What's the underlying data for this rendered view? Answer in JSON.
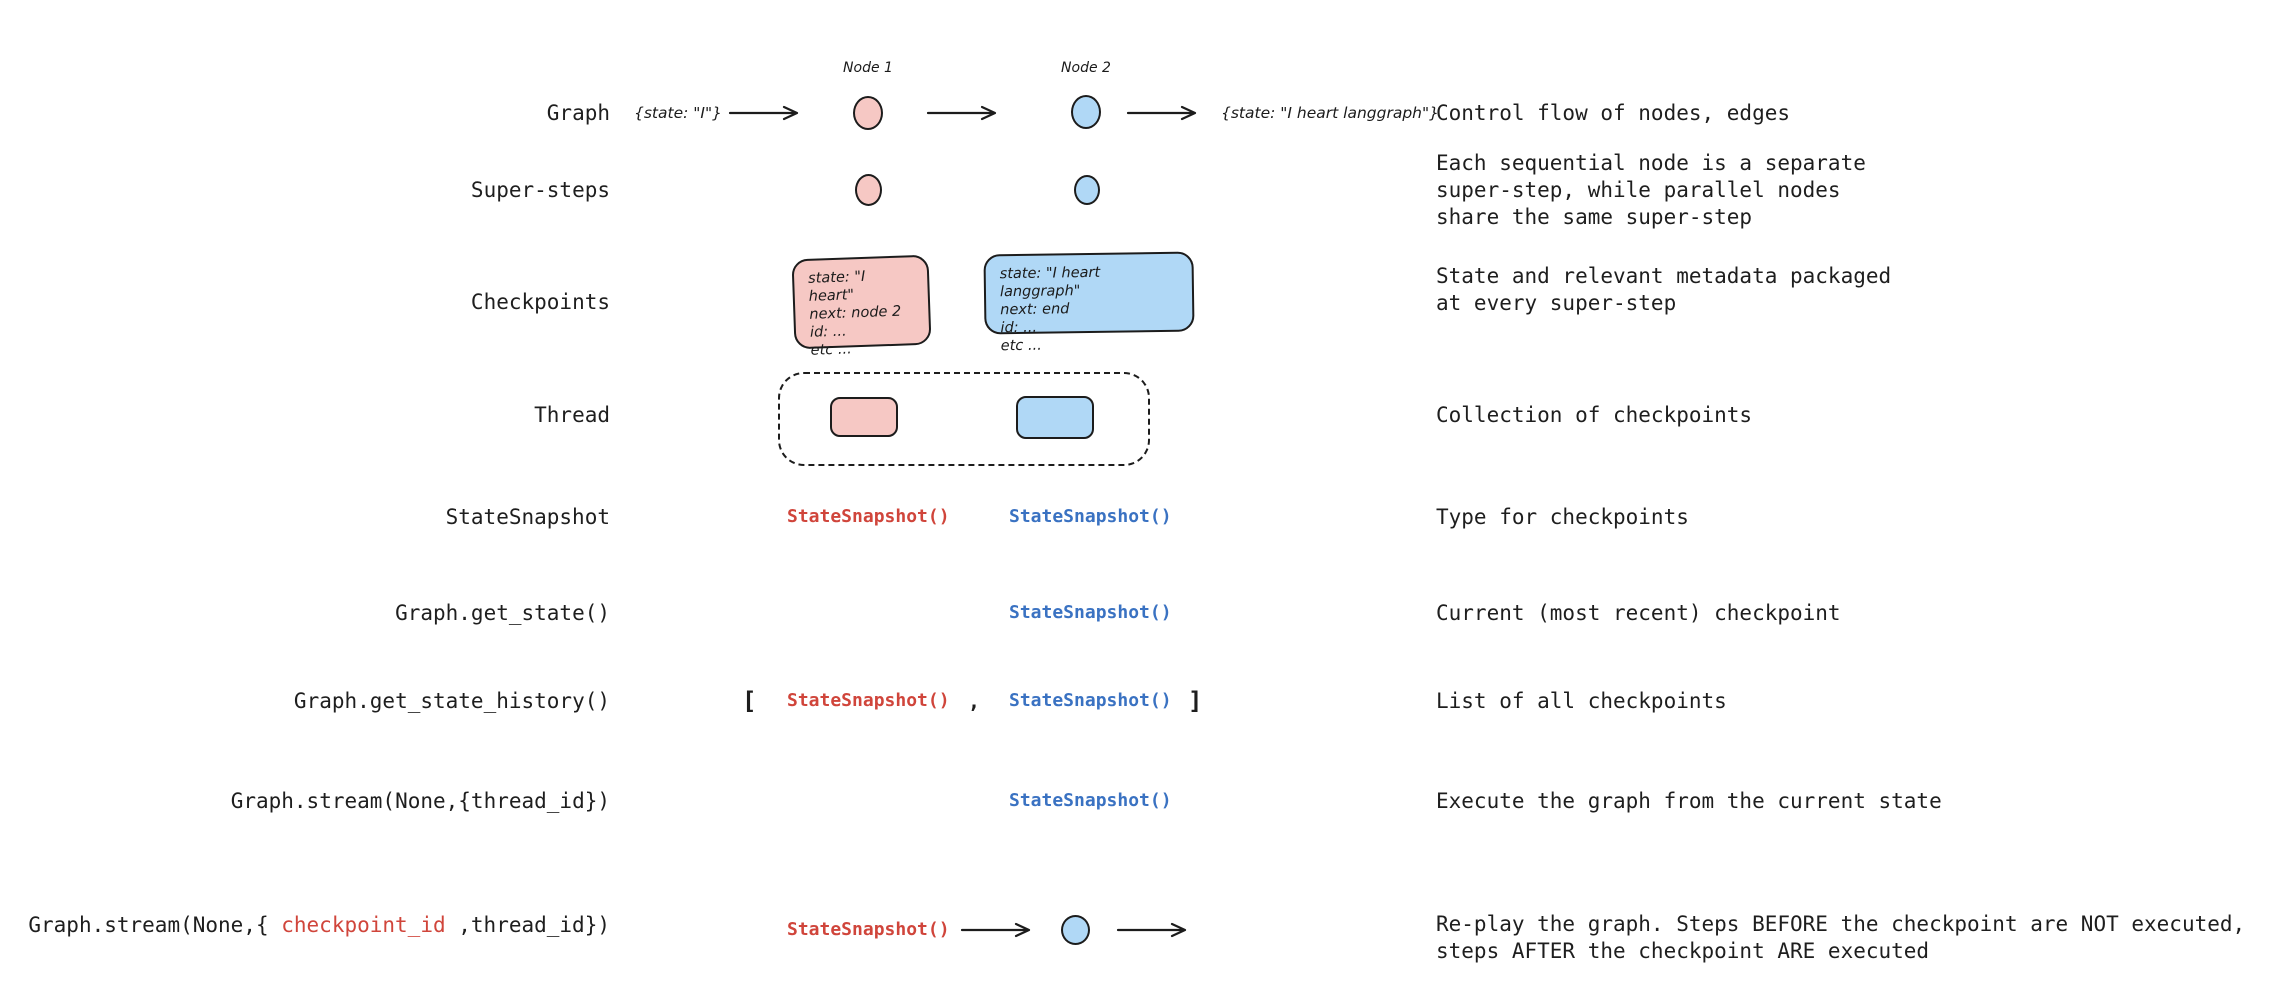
{
  "colors": {
    "red": "#d0453b",
    "blue": "#3a72c2",
    "pink_fill": "#f6c8c4",
    "blue_fill": "#b0d8f6",
    "ink": "#1e1e1e"
  },
  "rows": [
    {
      "label": "Graph",
      "description": "Control flow of nodes, edges"
    },
    {
      "label": "Super-steps",
      "description": "Each sequential node is a separate\nsuper-step, while parallel nodes\nshare the same super-step"
    },
    {
      "label": "Checkpoints",
      "description": "State and relevant metadata packaged\nat every super-step"
    },
    {
      "label": "Thread",
      "description": "Collection of checkpoints"
    },
    {
      "label": "StateSnapshot",
      "description": "Type for checkpoints"
    },
    {
      "label": "Graph.get_state()",
      "description": "Current (most recent) checkpoint"
    },
    {
      "label": "Graph.get_state_history()",
      "description": "List of all checkpoints"
    },
    {
      "label": "Graph.stream(None,{thread_id})",
      "description": "Execute the graph from the current state"
    },
    {
      "label_prefix": "Graph.stream(None,{ ",
      "label_highlight": "checkpoint_id",
      "label_suffix": " ,thread_id})",
      "description": "Re-play the graph. Steps BEFORE the checkpoint are NOT executed,\nsteps AFTER the checkpoint ARE executed"
    }
  ],
  "graph_flow": {
    "input_state": "{state: \"I\"}",
    "node1_label": "Node 1",
    "node2_label": "Node 2",
    "output_state": "{state: \"I heart langgraph\"}"
  },
  "checkpoint_boxes": {
    "pink": "state: \"I heart\"\nnext: node 2\nid: ...\netc ...",
    "blue": "state: \"I heart langgraph\"\nnext: end\nid: ...\netc ..."
  },
  "snippets": {
    "state_snapshot": "StateSnapshot()",
    "bracket_open": "[",
    "comma": ",",
    "bracket_close": "]"
  }
}
